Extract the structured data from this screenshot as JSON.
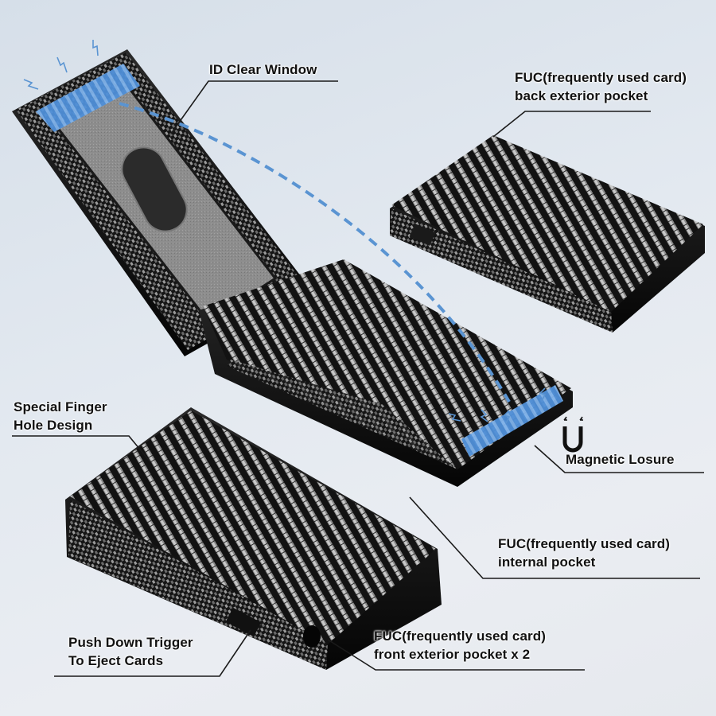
{
  "infographic": {
    "subject": "Carbon fiber pop-up card wallet",
    "colors": {
      "background": "#e3e9f0",
      "accent_blue": "#5b9be0",
      "dashed_path": "#5a94d2",
      "label_text": "#111111",
      "leader_line": "#1a1a1a"
    },
    "callouts": [
      {
        "id": "id-window",
        "lines": [
          "ID Clear Window"
        ]
      },
      {
        "id": "back-pocket",
        "lines": [
          "FUC(frequently used card)",
          "back exterior pocket"
        ]
      },
      {
        "id": "finger-hole",
        "lines": [
          "Special Finger",
          "Hole Design"
        ]
      },
      {
        "id": "magnetic",
        "lines": [
          "Magnetic Losure"
        ],
        "icon": "magnet-icon"
      },
      {
        "id": "internal-pocket",
        "lines": [
          "FUC(frequently used card)",
          "internal pocket"
        ]
      },
      {
        "id": "trigger",
        "lines": [
          "Push Down Trigger",
          "To Eject Cards"
        ]
      },
      {
        "id": "front-pocket",
        "lines": [
          "FUC(frequently used card)",
          "front exterior pocket x 2"
        ]
      }
    ],
    "icons": [
      "lightning-icon",
      "magnet-icon"
    ]
  }
}
